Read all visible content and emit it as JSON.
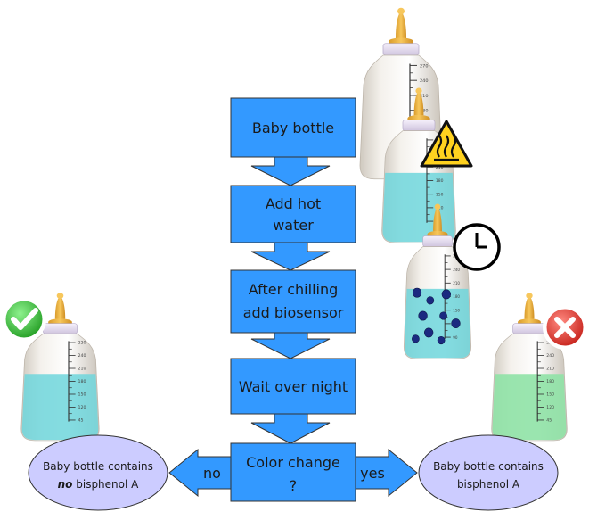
{
  "flow": {
    "step1": "Baby bottle",
    "step2_line1": "Add hot",
    "step2_line2": "water",
    "step3_line1": "After chilling",
    "step3_line2": "add biosensor",
    "step4": "Wait over night",
    "decision_line1": "Color change",
    "decision_line2": "?",
    "no_label": "no",
    "yes_label": "yes"
  },
  "outcomes": {
    "negative_line1": "Baby bottle contains",
    "negative_line2_emph": "no",
    "negative_line2_rest": " bisphenol A",
    "positive_line1": "Baby bottle contains",
    "positive_line2": "bisphenol A"
  },
  "bottle_scale": [
    "270",
    "240",
    "210",
    "180",
    "150",
    "120",
    "90"
  ],
  "bottle_scale_short": [
    "220",
    "240",
    "210",
    "180",
    "150",
    "120",
    "45"
  ],
  "icons": {
    "check": "check-icon",
    "cross": "cross-icon",
    "hot": "hot-warning-icon",
    "clock": "clock-icon"
  },
  "colors": {
    "box_fill": "#3399ff",
    "arrow_fill": "#3399ff",
    "ellipse_fill": "#ccccff",
    "water_blue": "#6fd6dc",
    "water_green": "#8fe2a6",
    "nipple": "#f2b84b",
    "ring": "#ebe3f7",
    "check_green": "#2db52d",
    "cross_red": "#e0302a",
    "warning_yellow": "#ffd21f"
  }
}
